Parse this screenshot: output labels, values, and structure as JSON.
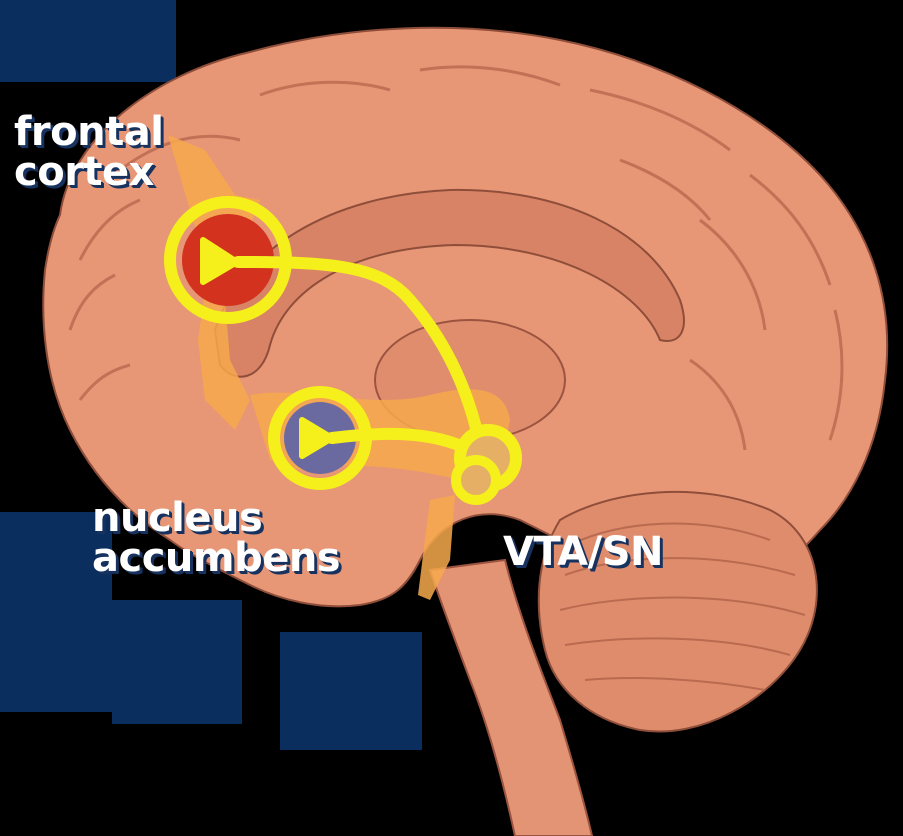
{
  "labels": {
    "frontal_cortex": [
      "frontal",
      "cortex"
    ],
    "nucleus_accumbens": [
      "nucleus",
      "accumbens"
    ],
    "vta_sn": "VTA/SN"
  },
  "colors": {
    "background": "#000000",
    "panel_blue": "#0a2e5e",
    "brain_skin": "#e79676",
    "brain_shadow": "#b8654c",
    "pathway_yellow": "#f5f01c",
    "dopamine_orange": "#f7a94c",
    "frontal_node_fill": "#d2321e",
    "accumbens_node_fill": "#6a6aa0",
    "label_text": "#ffffff",
    "label_shadow": "#17325e"
  }
}
